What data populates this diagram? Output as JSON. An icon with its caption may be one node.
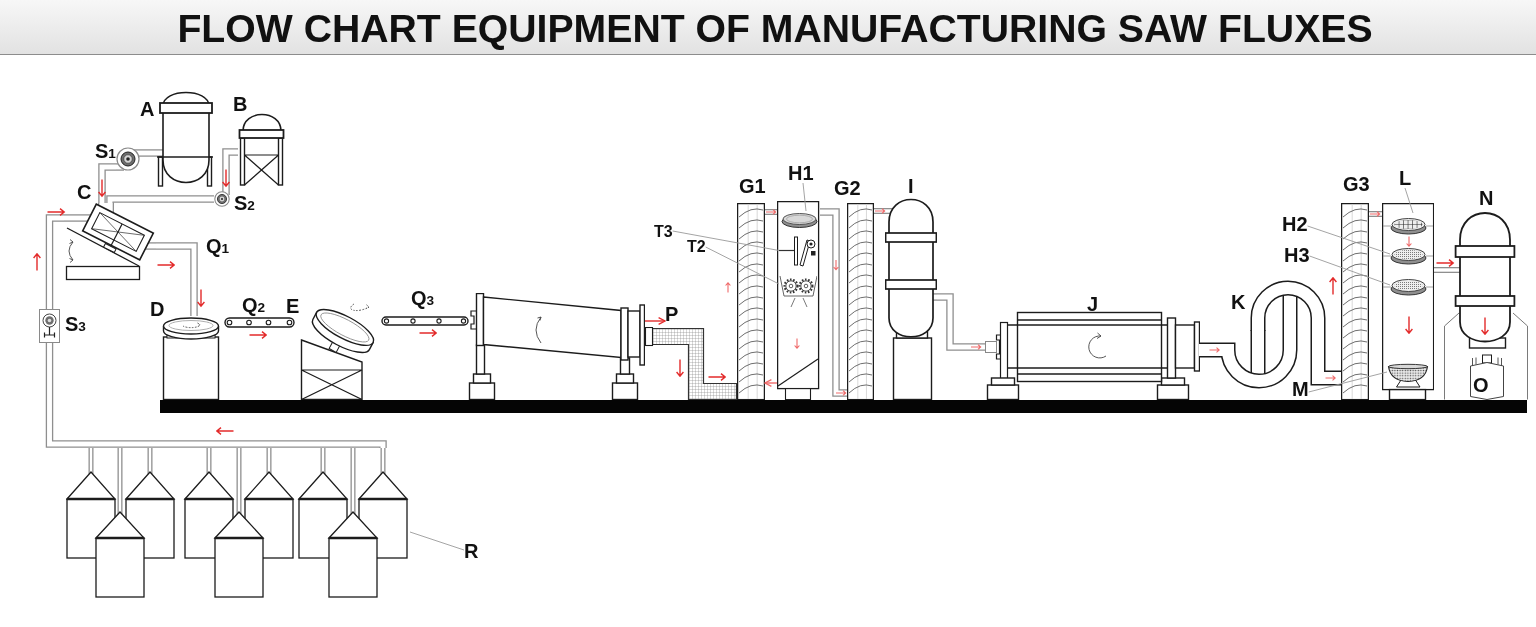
{
  "diagram": {
    "title": "FLOW CHART EQUIPMENT OF MANUFACTURING SAW FLUXES",
    "nodes": [
      {
        "text": [
          "A"
        ]
      },
      {
        "text": [
          "B"
        ]
      },
      {
        "text": [
          "S$_{1}$"
        ]
      },
      {
        "text": [
          "S$_{2}$"
        ]
      },
      {
        "text": [
          "C"
        ]
      },
      {
        "text": [
          "S$_{3}$"
        ]
      },
      {
        "text": [
          "D"
        ]
      },
      {
        "text": [
          "Q$_{2}$"
        ]
      },
      {
        "text": [
          "E"
        ]
      },
      {
        "text": [
          "Q$_{3}$"
        ]
      },
      {
        "text": [],
        "shape": "picture"
      },
      {
        "text": [
          "P"
        ]
      },
      {
        "text": [],
        "shape": "picture"
      },
      {
        "text": [
          "G1"
        ]
      },
      {
        "text": [
          "H1"
        ]
      },
      {
        "text": [],
        "shape": "picture"
      },
      {
        "text": [],
        "shape": "circle",
        "in": 15
      },
      {
        "text": [
          "T3"
        ]
      },
      {
        "text": [],
        "shape": "picture",
        "in": 15
      },
      {
        "text": [
          "T2"
        ]
      },
      {
        "text": [],
        "shape": "picture",
        "in": 15
      },
      {
        "text": [
          "G2"
        ]
      },
      {
        "text": [
          "I"
        ]
      },
      {
        "text": [
          "J"
        ]
      },
      {
        "text": [
          "K"
        ]
      },
      {
        "text": [
          "G3"
        ]
      },
      {
        "text": [
          "L"
        ]
      },
      {
        "text": [
          "H2"
        ]
      },
      {
        "text": [
          "H3"
        ]
      },
      {
        "text": [],
        "shape": "picture"
      },
      {
        "text": [],
        "shape": "circle",
        "in": 29
      },
      {
        "text": [],
        "shape": "circle",
        "in": 29
      },
      {
        "text": [],
        "shape": "circle",
        "in": 29
      },
      {
        "text": [],
        "shape": "circle",
        "in": 29
      },
      {
        "text": [
          "M"
        ]
      },
      {
        "text": [
          "N"
        ]
      },
      {
        "text": [
          "O"
        ]
      },
      {
        "text": [],
        "shape": "picture"
      },
      {
        "text": [
          "R"
        ]
      }
    ],
    "edges": [
      {
        "from": 37,
        "to": 5,
        "arrow": "none",
        "style": "thick"
      },
      {
        "from": 5,
        "to": 4,
        "arrow": "to",
        "style": "thick"
      },
      {
        "from": 0,
        "to": 2,
        "arrow": "none",
        "style": "thick"
      },
      {
        "from": 2,
        "to": 4,
        "arrow": "to",
        "style": "thick"
      },
      {
        "from": 1,
        "to": 3,
        "arrow": "to",
        "style": "thick"
      },
      {
        "from": 3,
        "to": 4,
        "arrow": "none",
        "style": "thick"
      },
      {
        "from": 4,
        "to": 6,
        "arrow": "to",
        "style": "thick",
        "label": "Q$_{1}$"
      },
      {
        "from": 10,
        "to": 11,
        "arrow": "to",
        "color": "#e32b2b"
      },
      {
        "from": 13,
        "to": 15,
        "arrow": "to",
        "color": "#ef6a6a"
      },
      {
        "from": 15,
        "to": 21,
        "arrow": "to",
        "style": "thick"
      },
      {
        "from": 21,
        "to": 22,
        "arrow": "to",
        "color": "#ef6a6a"
      },
      {
        "from": 22,
        "to": 23,
        "arrow": "to",
        "style": "thick"
      },
      {
        "from": 25,
        "to": 29,
        "arrow": "to",
        "color": "#ef6a6a"
      },
      {
        "from": 29,
        "to": 35,
        "arrow": "to",
        "color": "#e32b2b"
      },
      {
        "from": 14,
        "to": 16,
        "arrow": "none"
      },
      {
        "from": 17,
        "to": 18,
        "arrow": "none"
      },
      {
        "from": 19,
        "to": 20,
        "arrow": "none"
      },
      {
        "from": 26,
        "to": 30,
        "arrow": "none"
      },
      {
        "from": 27,
        "to": 31,
        "arrow": "none"
      },
      {
        "from": 28,
        "to": 32,
        "arrow": "none"
      },
      {
        "from": 34,
        "to": 33,
        "arrow": "none"
      },
      {
        "from": 38,
        "to": 37,
        "arrow": "none"
      },
      {
        "from": 15,
        "to": 13,
        "arrow": "to",
        "color": "#ef6a6a"
      }
    ]
  }
}
